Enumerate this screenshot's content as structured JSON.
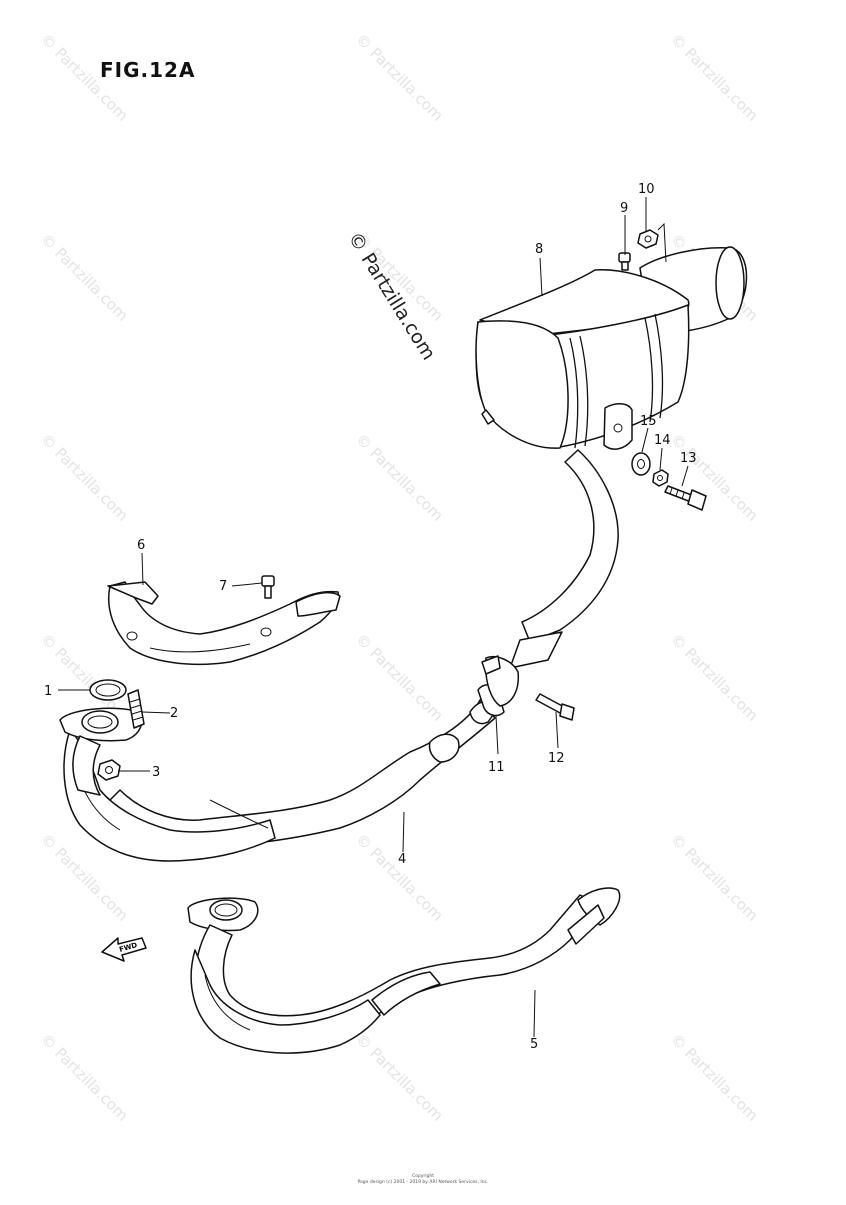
{
  "figure": {
    "title": "FIG.12A",
    "vertical_watermark": "© Partzilla.com",
    "footer_line1": "Copyright",
    "footer_line2": "Page design (c) 2001 - 2019 by ARI Network Services, Inc.",
    "fwd_label": "FWD"
  },
  "watermark": {
    "text": "© Partzilla.com",
    "color": "#e3e3e3"
  },
  "callouts": [
    {
      "id": "1",
      "label": "1"
    },
    {
      "id": "2",
      "label": "2"
    },
    {
      "id": "3",
      "label": "3"
    },
    {
      "id": "4",
      "label": "4"
    },
    {
      "id": "5",
      "label": "5"
    },
    {
      "id": "6",
      "label": "6"
    },
    {
      "id": "7",
      "label": "7"
    },
    {
      "id": "8",
      "label": "8"
    },
    {
      "id": "9",
      "label": "9"
    },
    {
      "id": "10",
      "label": "10"
    },
    {
      "id": "11",
      "label": "11"
    },
    {
      "id": "12",
      "label": "12"
    },
    {
      "id": "13",
      "label": "13"
    },
    {
      "id": "14",
      "label": "14"
    },
    {
      "id": "15",
      "label": "15"
    }
  ]
}
